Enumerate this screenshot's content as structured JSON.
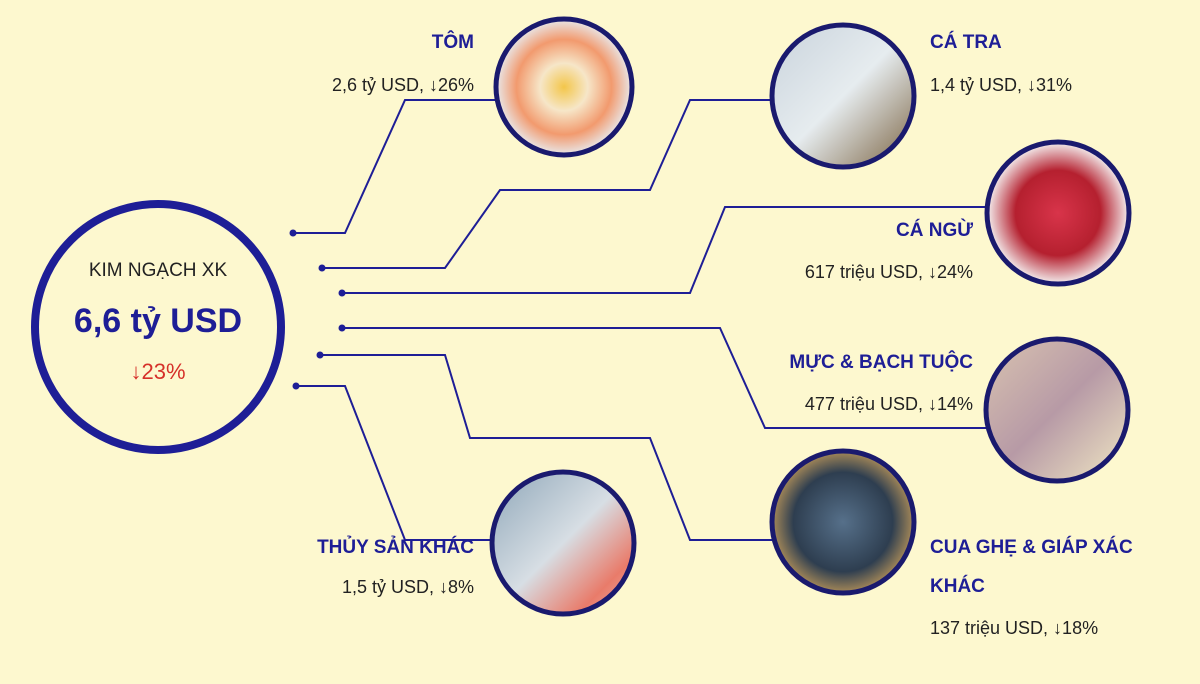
{
  "center": {
    "label": "KIM NGẠCH XK",
    "value": "6,6 tỷ USD",
    "change": "↓23%"
  },
  "items": [
    {
      "name": "TÔM",
      "value": "2,6 tỷ USD, ↓26%",
      "icon": "shrimp-photo"
    },
    {
      "name": "CÁ TRA",
      "value": "1,4 tỷ USD, ↓31%",
      "icon": "pangasius-photo"
    },
    {
      "name": "CÁ NGỪ",
      "value": "617 triệu USD, ↓24%",
      "icon": "tuna-photo"
    },
    {
      "name": "MỰC & BẠCH TUỘC",
      "value": "477 triệu USD, ↓14%",
      "icon": "squid-photo"
    },
    {
      "name_line1": "CUA GHẸ & GIÁP XÁC",
      "name_line2": "KHÁC",
      "value": "137 triệu USD, ↓18%",
      "icon": "crab-photo"
    },
    {
      "name": "THỦY SẢN KHÁC",
      "value": "1,5 tỷ USD, ↓8%",
      "icon": "fish-photo"
    }
  ],
  "colors": {
    "background": "#fdf8cf",
    "navy": "#1e1e96",
    "down": "#d6312a"
  }
}
